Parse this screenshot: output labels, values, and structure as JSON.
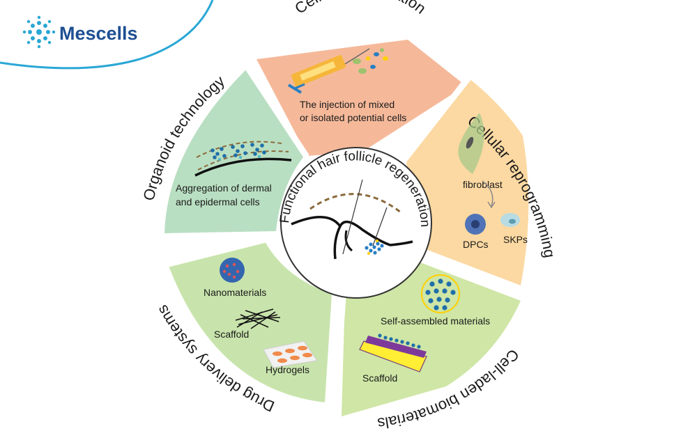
{
  "brand": {
    "name": "Mescells",
    "logo_icon": "cell-cluster-icon",
    "accent_color": "#2aa7d5"
  },
  "center": {
    "title": "Functional hair follicle regeneration",
    "icon": "hair-follicle-icon"
  },
  "segments": {
    "cell_transplantation": {
      "title": "Cell transplantation",
      "line1": "The injection of mixed",
      "line2": "or isolated potential cells",
      "color": "#f5b99a"
    },
    "cellular_reprogramming": {
      "title": "Cellular reprogramming",
      "fibroblast": "fibroblast",
      "dpcs": "DPCs",
      "skps": "SKPs",
      "color": "#fcd9a2"
    },
    "cell_laden_biomaterials": {
      "title": "Cell-laden biomaterials",
      "self_assembled": "Self-assembled materials",
      "scaffold": "Scaffold",
      "color": "#cfe6a6"
    },
    "drug_delivery_systems": {
      "title": "Drug delivery systems",
      "nanomaterials": "Nanomaterials",
      "scaffold": "Scaffold",
      "hydrogels": "Hydrogels",
      "color": "#c8e4ac"
    },
    "organoid_technology": {
      "title": "Organoid technology",
      "line1": "Aggregation of dermal",
      "line2": "and epidermal cells",
      "color": "#b9dfc2"
    }
  }
}
